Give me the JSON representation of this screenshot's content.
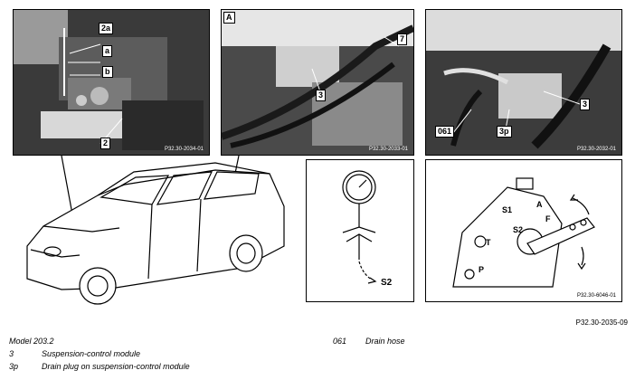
{
  "panels": {
    "top_left": {
      "code": "P32.30-2034-01",
      "labels": [
        "2a",
        "a",
        "b",
        "2"
      ]
    },
    "top_middle": {
      "letter": "A",
      "code": "P32.30-2033-01",
      "labels": [
        "7",
        "3"
      ]
    },
    "top_right": {
      "code": "P32.30-2032-01",
      "labels": [
        "3",
        "061",
        "3p"
      ]
    },
    "gauge": {
      "label": "S2"
    },
    "valve": {
      "code": "P32.30-6046-01",
      "labels": [
        "S1",
        "A",
        "S2",
        "F",
        "T",
        "P"
      ]
    }
  },
  "figure_ref": "P32.30-2035-09",
  "legend": {
    "model": "Model 203.2",
    "items": [
      {
        "num": "3",
        "text": "Suspension-control module"
      },
      {
        "num": "3p",
        "text": "Drain plug on suspension-control module"
      },
      {
        "num": "061",
        "text": "Drain hose"
      }
    ]
  }
}
